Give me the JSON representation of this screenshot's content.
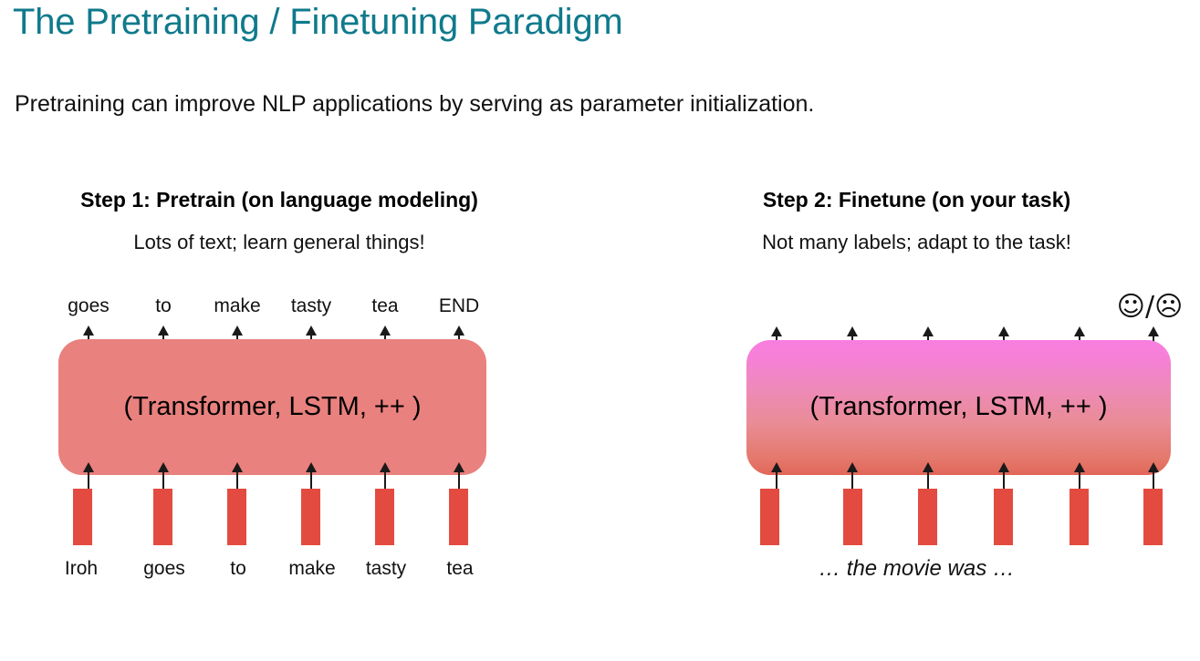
{
  "slide": {
    "title": "The Pretraining / Finetuning Paradigm",
    "subtitle": "Pretraining can improve NLP applications by serving as parameter initialization.",
    "title_color": "#0F7A8C"
  },
  "columns": [
    {
      "id": "pretrain",
      "heading": "Step 1: Pretrain (on language modeling)",
      "caption": "Lots of text; learn general things!",
      "model_label": "(Transformer, LSTM, ++ )",
      "model_fill": "#E9817E",
      "bar_color": "#E34B40",
      "output_tokens": [
        "goes",
        "to",
        "make",
        "tasty",
        "tea",
        "END"
      ],
      "input_tokens": [
        "Iroh",
        "goes",
        "to",
        "make",
        "tasty",
        "tea"
      ],
      "sentence": ""
    },
    {
      "id": "finetune",
      "heading": "Step 2: Finetune (on your task)",
      "caption": "Not many labels; adapt to the task!",
      "model_label": "(Transformer, LSTM, ++ )",
      "model_fill_top": "#F97EE0",
      "model_fill_bottom": "#E1675A",
      "bar_color": "#E34B40",
      "output_tokens": [
        "",
        "",
        "",
        "",
        "",
        "☺/☹"
      ],
      "input_tokens": [
        "",
        "",
        "",
        "",
        "",
        ""
      ],
      "sentence": "… the movie was …"
    }
  ]
}
